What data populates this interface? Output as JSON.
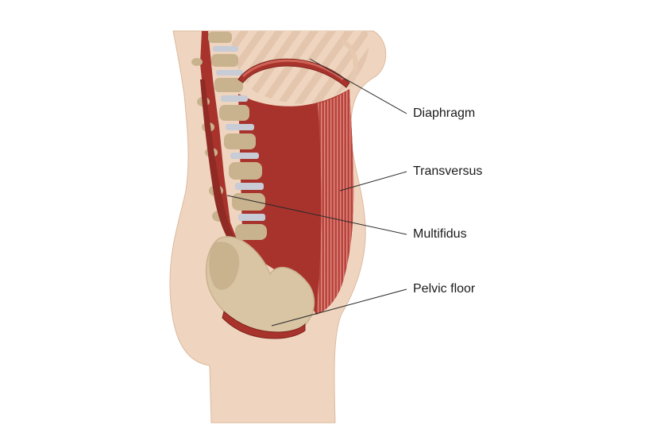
{
  "labels": {
    "diaphragm": "Diaphragm",
    "transversus": "Transversus",
    "multifidus": "Multifidus",
    "pelvic_floor": "Pelvic floor"
  },
  "colors": {
    "skin": "#efd5bf",
    "skin_outline": "#dcb99e",
    "rib_stripe": "#e3c6ad",
    "bone": "#c9b28e",
    "bone_dark": "#b49a73",
    "disc": "#c7ccd6",
    "muscle": "#a8332c",
    "muscle_light": "#cf6358",
    "muscle_dark": "#7e211c",
    "leader_line": "#2a2a2a",
    "label_text": "#1a1a1a"
  }
}
